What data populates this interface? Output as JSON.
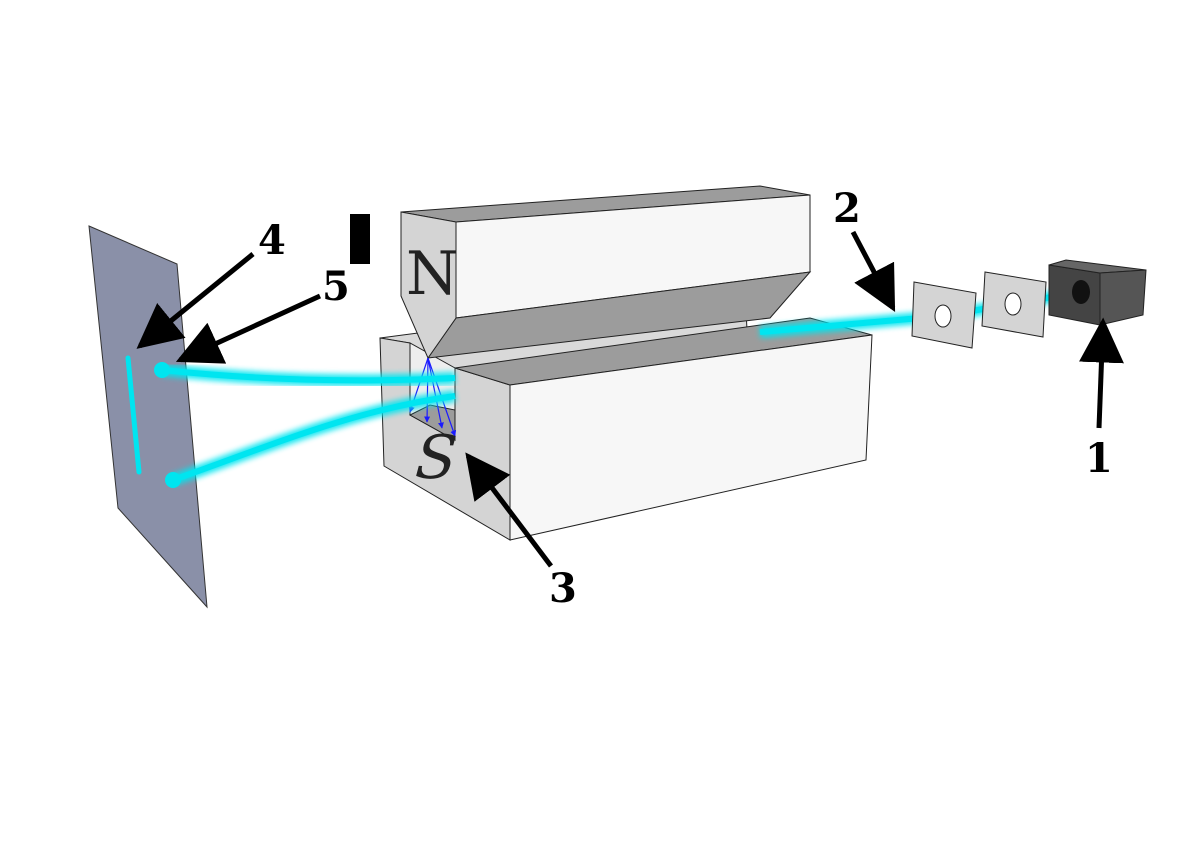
{
  "diagram": {
    "poles": {
      "north": "N",
      "south": "S"
    },
    "callouts": [
      {
        "id": "1",
        "label": "1"
      },
      {
        "id": "2",
        "label": "2"
      },
      {
        "id": "3",
        "label": "3"
      },
      {
        "id": "4",
        "label": "4"
      },
      {
        "id": "5",
        "label": "5"
      }
    ],
    "colors": {
      "beam": "#00e5f0",
      "field_lines": "#1a1aff",
      "screen": "#8a90a8",
      "magnet_light": "#f7f7f7",
      "magnet_mid": "#d4d4d4",
      "magnet_dark": "#9c9c9c",
      "oven": "#555555"
    }
  }
}
